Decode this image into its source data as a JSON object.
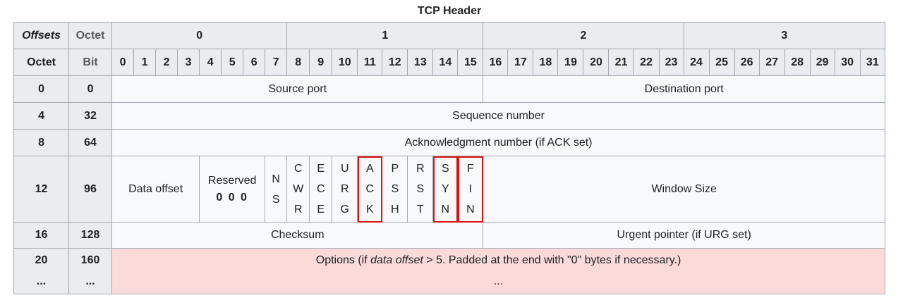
{
  "caption": "TCP Header",
  "header": {
    "offsets_label": "Offsets",
    "octet_label": "Octet",
    "octets": [
      "0",
      "1",
      "2",
      "3"
    ],
    "row2_octet": "Octet",
    "row2_bit": "Bit",
    "bits": [
      "0",
      "1",
      "2",
      "3",
      "4",
      "5",
      "6",
      "7",
      "8",
      "9",
      "10",
      "11",
      "12",
      "13",
      "14",
      "15",
      "16",
      "17",
      "18",
      "19",
      "20",
      "21",
      "22",
      "23",
      "24",
      "25",
      "26",
      "27",
      "28",
      "29",
      "30",
      "31"
    ]
  },
  "rows": {
    "r0": {
      "octet": "0",
      "bit": "0",
      "source_port": "Source port",
      "destination_port": "Destination port"
    },
    "r4": {
      "octet": "4",
      "bit": "32",
      "sequence_number": "Sequence number"
    },
    "r8": {
      "octet": "8",
      "bit": "64",
      "ack_number": "Acknowledgment number (if ACK set)"
    },
    "r12": {
      "octet": "12",
      "bit": "96",
      "data_offset": "Data offset",
      "reserved": "Reserved",
      "reserved_bits": "0 0 0",
      "flags": [
        {
          "name": "NS",
          "letters": [
            "N",
            "S"
          ]
        },
        {
          "name": "CWR",
          "letters": [
            "C",
            "W",
            "R"
          ]
        },
        {
          "name": "ECE",
          "letters": [
            "E",
            "C",
            "E"
          ]
        },
        {
          "name": "URG",
          "letters": [
            "U",
            "R",
            "G"
          ]
        },
        {
          "name": "ACK",
          "letters": [
            "A",
            "C",
            "K"
          ]
        },
        {
          "name": "PSH",
          "letters": [
            "P",
            "S",
            "H"
          ]
        },
        {
          "name": "RST",
          "letters": [
            "R",
            "S",
            "T"
          ]
        },
        {
          "name": "SYN",
          "letters": [
            "S",
            "Y",
            "N"
          ]
        },
        {
          "name": "FIN",
          "letters": [
            "F",
            "I",
            "N"
          ]
        }
      ],
      "window_size": "Window Size"
    },
    "r16": {
      "octet": "16",
      "bit": "128",
      "checksum": "Checksum",
      "urgent_pointer": "Urgent pointer (if URG set)"
    },
    "r20": {
      "octet": "20",
      "octet_more": "...",
      "bit": "160",
      "bit_more": "...",
      "options_prefix": "Options (if ",
      "options_italic": "data offset",
      "options_suffix": " > 5. Padded at the end with \"0\" bytes if necessary.)",
      "options_more": "..."
    }
  },
  "colors": {
    "header_bg": "#eaecf0",
    "cell_bg": "#f8f9fa",
    "options_bg": "#fbdada",
    "highlight": "#dd1111",
    "border": "#a2a9b1"
  }
}
